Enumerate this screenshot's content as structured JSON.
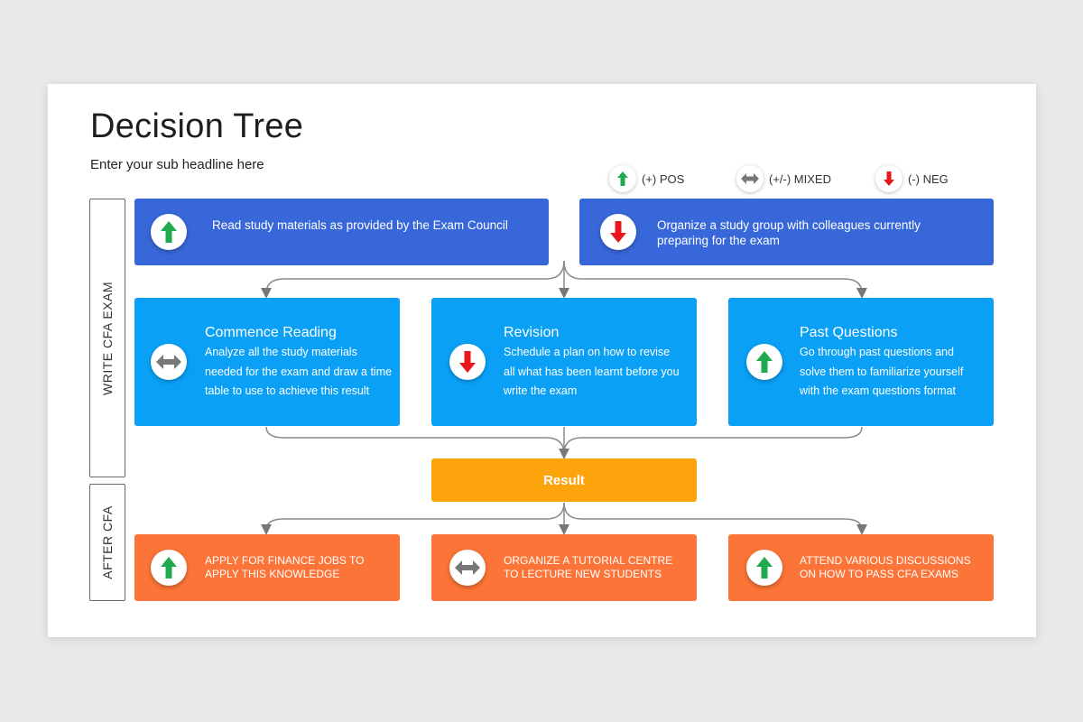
{
  "title": "Decision Tree",
  "subtitle": "Enter your sub headline here",
  "legend": {
    "pos": "(+) POS",
    "mixed": "(+/-) MIXED",
    "neg": "(-) NEG"
  },
  "side_labels": {
    "top": "WRITE CFA EXAM",
    "bottom": "AFTER CFA"
  },
  "top_boxes": [
    {
      "text": "Read study materials as provided by the Exam Council",
      "icon": "arrow-up-green-icon"
    },
    {
      "text": "Organize a study group with colleagues currently preparing for the exam",
      "icon": "arrow-down-red-icon"
    }
  ],
  "middle_boxes": [
    {
      "heading": "Commence Reading",
      "body": "Analyze all the study materials needed for the exam and draw a time table to use to achieve this result",
      "icon": "arrow-left-right-gray-icon"
    },
    {
      "heading": "Revision",
      "body": "Schedule a plan on how to revise all what has been learnt before you write the exam",
      "icon": "arrow-down-red-icon"
    },
    {
      "heading": "Past Questions",
      "body": "Go through past questions and solve them to familiarize yourself with the exam questions format",
      "icon": "arrow-up-green-icon"
    }
  ],
  "result": "Result",
  "bottom_boxes": [
    {
      "text": "APPLY FOR FINANCE JOBS TO APPLY THIS KNOWLEDGE",
      "icon": "arrow-up-green-icon"
    },
    {
      "text": "ORGANIZE A TUTORIAL CENTRE TO LECTURE NEW STUDENTS",
      "icon": "arrow-left-right-gray-icon"
    },
    {
      "text": "ATTEND VARIOUS DISCUSSIONS ON HOW TO PASS CFA EXAMS",
      "icon": "arrow-up-green-icon"
    }
  ],
  "colors": {
    "dark_blue": "#3767d8",
    "light_blue": "#0aa0f6",
    "orange": "#fc7437",
    "result": "#fda30c",
    "pos": "#1faa4f",
    "neg": "#e9161c",
    "mixed": "#777777"
  }
}
